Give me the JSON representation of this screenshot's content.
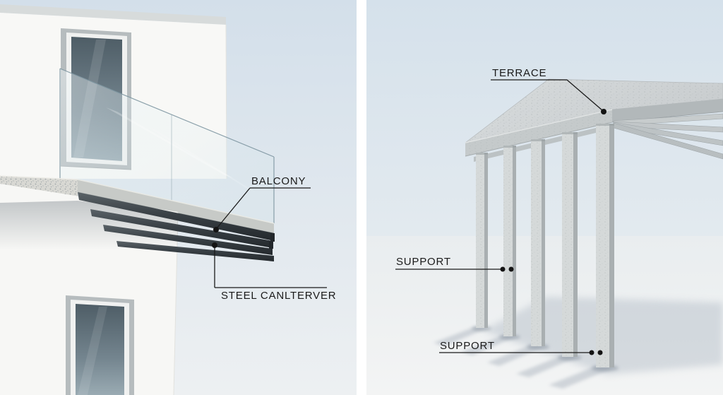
{
  "figure": {
    "left_panel": {
      "labels": {
        "balcony": "BALCONY",
        "steel_cantilever": "STEEL CANLTERVER"
      }
    },
    "right_panel": {
      "labels": {
        "terrace": "TERRACE",
        "support_upper": "SUPPORT",
        "support_lower": "SUPPORT"
      }
    },
    "colors": {
      "background": "#ffffff",
      "sky_top": "#d3dfea",
      "sky_bottom": "#edf0f2",
      "wall": "#f8f8f6",
      "concrete": "#c7cac7",
      "steel_beam": "#3a4146",
      "annotation": "#1a1a1a"
    }
  }
}
